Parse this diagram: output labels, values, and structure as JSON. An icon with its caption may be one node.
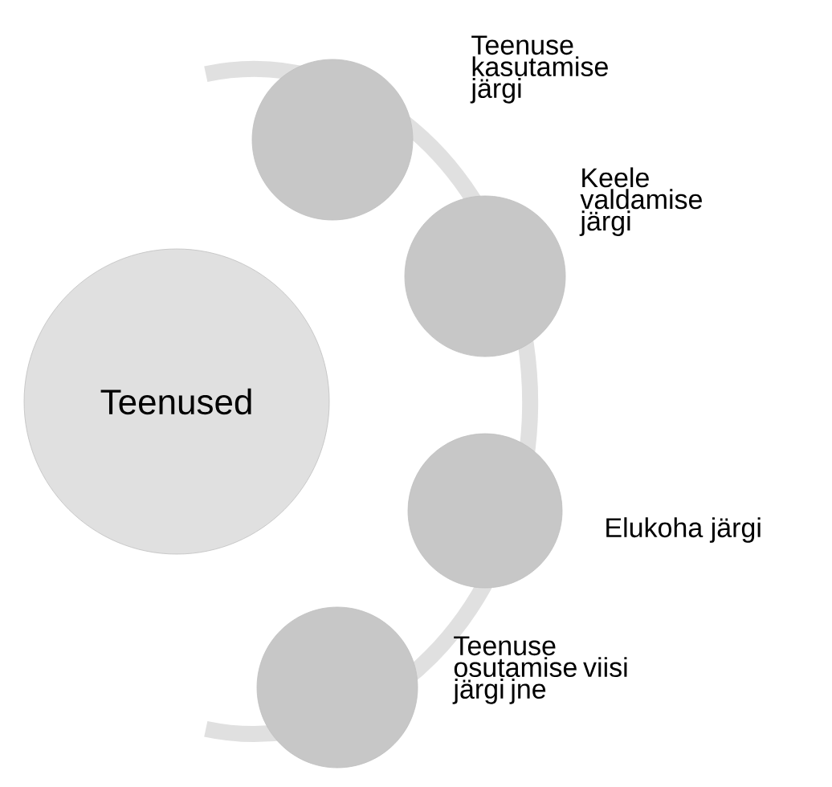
{
  "diagram": {
    "nodes": [
      {
        "text": [
          "Teenused"
        ]
      },
      {
        "text": [],
        "shape": "circle",
        "beside": [
          "Teenuse kasutamise järgi"
        ]
      },
      {
        "text": [],
        "shape": "circle",
        "beside": [
          "Keele valdamise järgi"
        ]
      },
      {
        "text": [],
        "shape": "circle",
        "beside": [
          "Elukoha järgi"
        ]
      },
      {
        "text": [],
        "shape": "circle",
        "beside": [
          "Teenuse osutamise viisi järgi jne"
        ]
      }
    ]
  }
}
